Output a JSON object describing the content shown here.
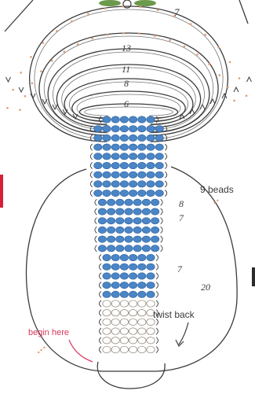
{
  "diagram": {
    "colors": {
      "thread": "#3b3b3b",
      "blue_bead": "#4a86c7",
      "blue_bead_edge": "#2d5e96",
      "tan_bead": "#ffffff",
      "tan_bead_edge": "#8a7d70",
      "orange_bead": "#e59a73",
      "red_text": "#d8365e",
      "red_marker": "#d81f3a",
      "dark_marker": "#2b2b2b",
      "leaf": "#6a9a4a"
    },
    "loop_labels": [
      "7",
      "13",
      "11",
      "8",
      "6"
    ],
    "side_labels": {
      "nine_beads": "9 beads",
      "eight": "8",
      "seven_a": "7",
      "seven_b": "7",
      "twenty": "20",
      "twist_back": "twist back",
      "begin_here": "begin here"
    },
    "blue_rows": [
      6,
      8,
      8,
      8,
      8,
      8,
      8,
      8,
      8,
      7,
      7,
      7,
      7,
      7,
      7,
      6,
      6,
      6,
      6,
      6
    ],
    "tan_rows": [
      6,
      6,
      6,
      6,
      6,
      6
    ]
  }
}
